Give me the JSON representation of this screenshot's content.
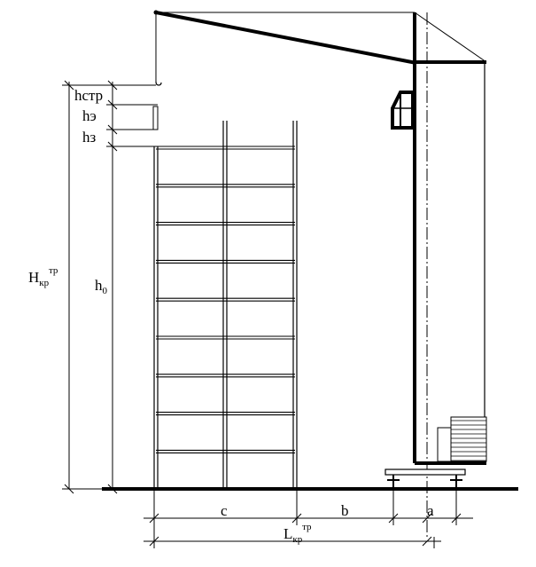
{
  "labels": {
    "h_str": "hстр",
    "h_e": "hэ",
    "h_z": "hз",
    "h0_main": "h",
    "h0_sub": "0",
    "H_main": "H",
    "H_sub": "кр",
    "H_sup": "тр",
    "c": "c",
    "b": "b",
    "a": "a",
    "L_main": "L",
    "L_sub": "кр",
    "L_sup": "тр"
  },
  "building": {
    "floors": 9
  }
}
